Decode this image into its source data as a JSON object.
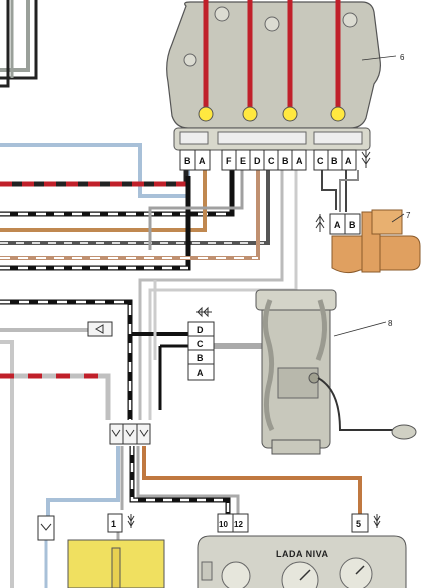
{
  "callouts": {
    "ignition_module": "6",
    "sensor": "7",
    "distributor": "8"
  },
  "ignition_module": {
    "connector_left": [
      "B",
      "A"
    ],
    "connector_mid": [
      "F",
      "E",
      "D",
      "C",
      "B",
      "A"
    ],
    "connector_right": [
      "C",
      "B",
      "A"
    ]
  },
  "sensor_connector": [
    "A",
    "B"
  ],
  "distributor_connector": [
    "D",
    "C",
    "B",
    "A"
  ],
  "bottom_connectors": {
    "left_pin": "1",
    "mid_pins": [
      "10",
      "12"
    ],
    "right_pin": "5"
  },
  "instrument_cluster": {
    "brand": "LADA  NIVA"
  },
  "colors": {
    "module_body": "#c8c8bc",
    "ignition_lead": "#c0202a",
    "orange_part": "#e0a060",
    "wire_blue": "#a8c0d8",
    "wire_red": "#c0202a",
    "wire_brown": "#c07840",
    "wire_grey": "#a0a0a0"
  }
}
